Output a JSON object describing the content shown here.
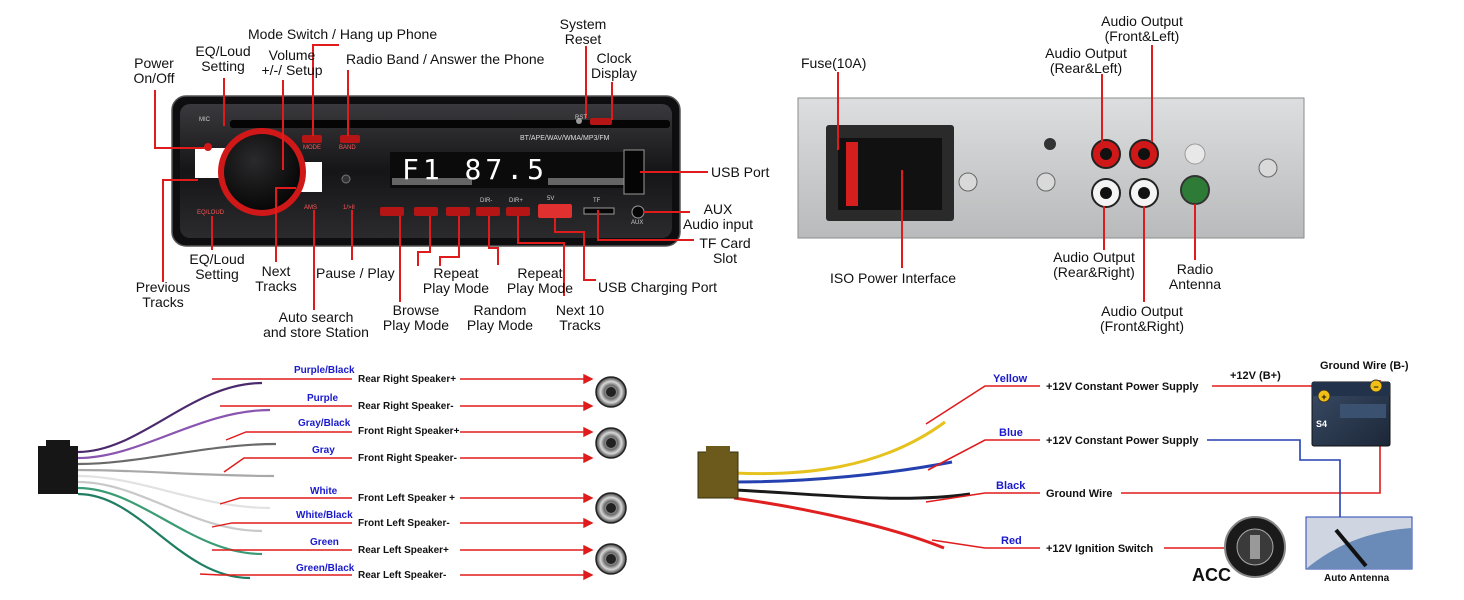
{
  "front_panel": {
    "display_text": "F1 87.5",
    "format_strip": "BT/APE/WAV/WMA/MP3/FM",
    "button_labels": {
      "mic": "MIC",
      "rst": "RST",
      "mode": "MODE",
      "band": "BAND",
      "eq_loud": "EQ/LOUD",
      "ams": "AMS",
      "one_pause": "1/>II",
      "dir_minus": "DIR-",
      "dir_plus": "DIR+",
      "tf": "TF",
      "aux": "AUX",
      "usb_charge": "5V"
    },
    "callouts": {
      "power": "Power\nOn/Off",
      "eq_top": "EQ/Loud\nSetting",
      "volume": "Volume\n+/-/ Setup",
      "mode_switch": "Mode Switch / Hang up Phone",
      "radio_band": "Radio Band / Answer the Phone",
      "system_reset": "System\nReset",
      "clock": "Clock\nDisplay",
      "usb_port": "USB Port",
      "aux": "AUX\nAudio input",
      "tf_card": "TF Card\nSlot",
      "usb_charging": "USB Charging Port",
      "next10": "Next 10\nTracks",
      "repeat2": "Repeat\nPlay Mode",
      "random": "Random\nPlay Mode",
      "repeat1": "Repeat\nPlay Mode",
      "browse": "Browse\nPlay Mode",
      "pause": "Pause / Play",
      "auto_search": "Auto search\nand store Station",
      "next": "Next\nTracks",
      "eq_bottom": "EQ/Loud\nSetting",
      "previous": "Previous\nTracks"
    }
  },
  "rear_panel": {
    "callouts": {
      "fuse": "Fuse(10A)",
      "iso": "ISO Power Interface",
      "out_rl": "Audio Output\n(Rear&Left)",
      "out_fl": "Audio Output\n(Front&Left)",
      "out_rr": "Audio Output\n(Rear&Right)",
      "out_fr": "Audio Output\n(Front&Right)",
      "antenna": "Radio\nAntenna"
    }
  },
  "speaker_harness": {
    "wires": [
      {
        "color_name": "Purple/Black",
        "function": "Rear Right Speaker+",
        "color": "#4b2a6e"
      },
      {
        "color_name": "Purple",
        "function": "Rear Right Speaker-",
        "color": "#8a55b0"
      },
      {
        "color_name": "Gray/Black",
        "function": "Front Right Speaker+",
        "color": "#6a6a6a"
      },
      {
        "color_name": "Gray",
        "function": "Front Right Speaker-",
        "color": "#a8a8a8"
      },
      {
        "color_name": "White",
        "function": "Front Left Speaker +",
        "color": "#e2e2e2"
      },
      {
        "color_name": "White/Black",
        "function": "Front Left Speaker-",
        "color": "#c9c9c9"
      },
      {
        "color_name": "Green",
        "function": "Rear Left Speaker+",
        "color": "#3a9c74"
      },
      {
        "color_name": "Green/Black",
        "function": "Rear Left Speaker-",
        "color": "#1f7e62"
      }
    ]
  },
  "power_harness": {
    "wires": [
      {
        "color_name": "Yellow",
        "function": "+12V Constant Power Supply",
        "color": "#e6c21f"
      },
      {
        "color_name": "Blue",
        "function": "+12V Constant Power Supply",
        "color": "#2541b0"
      },
      {
        "color_name": "Black",
        "function": "Ground Wire",
        "color": "#1a1a1a"
      },
      {
        "color_name": "Red",
        "function": "+12V Ignition Switch",
        "color": "#e02020"
      }
    ],
    "battery_plus": "+12V (B+)",
    "ground_label": "Ground Wire (B-)",
    "acc_label": "ACC",
    "antenna_label": "Auto Antenna",
    "battery_tag": "S4"
  },
  "colors": {
    "leader": "#e01b1b",
    "wire_label": "#1a1acc",
    "panel_dark": "#1b1b1d",
    "button_red": "#d01818",
    "display_glow": "#ffffff",
    "rear_metal": "#c9cbcc"
  }
}
